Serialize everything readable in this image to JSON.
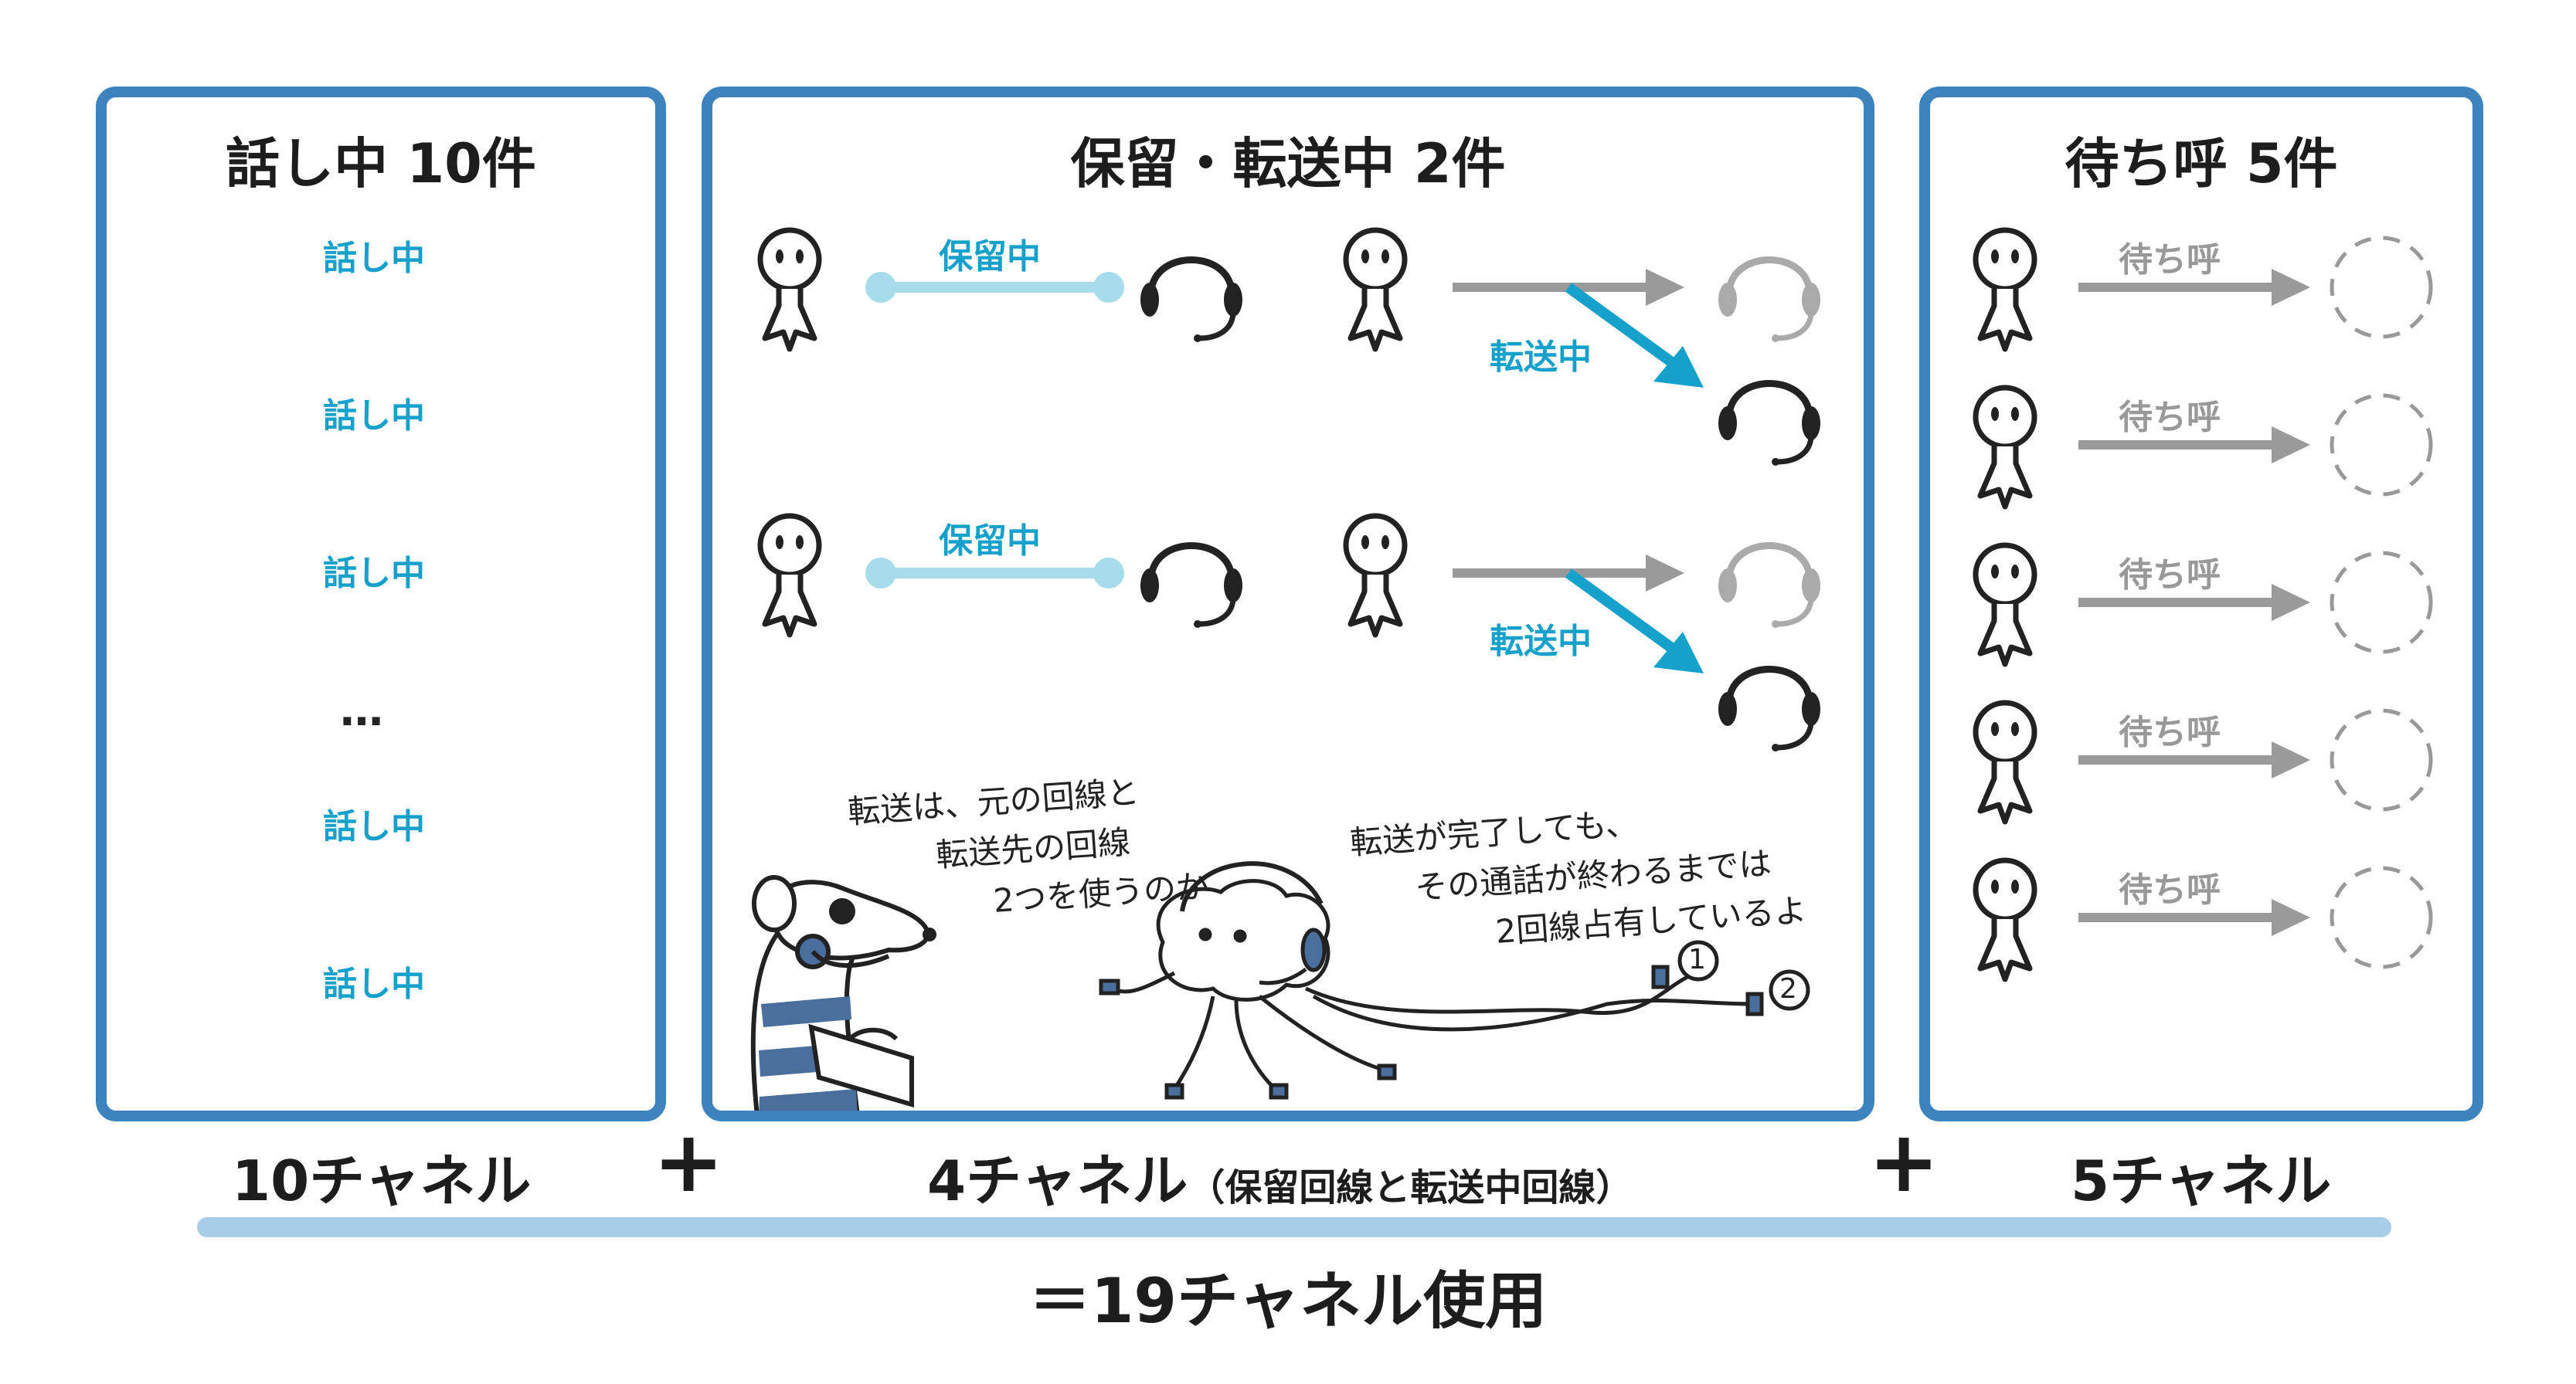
{
  "panels": {
    "talking": {
      "title": "話し中 10件",
      "row_label": "話し中",
      "ellipsis": "…"
    },
    "hold_transfer": {
      "title": "保留・転送中 2件",
      "hold_label": "保留中",
      "transfer_label": "転送中",
      "note_left": [
        "転送は、元の回線と",
        "転送先の回線",
        "2つを使うのか"
      ],
      "note_right": [
        "転送が完了しても、",
        "その通話が終わるまでは",
        "2回線占有しているよ"
      ],
      "cable_marks": [
        "1",
        "2"
      ]
    },
    "waiting": {
      "title": "待ち呼 5件",
      "row_label": "待ち呼"
    }
  },
  "bottom": {
    "left": "10チャネル",
    "plus": "+",
    "middle_main": "4チャネル",
    "middle_sub": "（保留回線と転送中回線）",
    "right": "5チャネル",
    "equals": "＝",
    "total": "19チャネル使用"
  },
  "colors": {
    "panel_border": "#3d83bd",
    "blue_accent": "#16a0cc",
    "hold_line": "#a6dcec",
    "gray": "#999999",
    "underline": "#a9cde6"
  },
  "icons": [
    "person-icon",
    "headset-icon",
    "empty-slot-icon",
    "mouse-mascot-icon",
    "operator-mascot-icon"
  ]
}
